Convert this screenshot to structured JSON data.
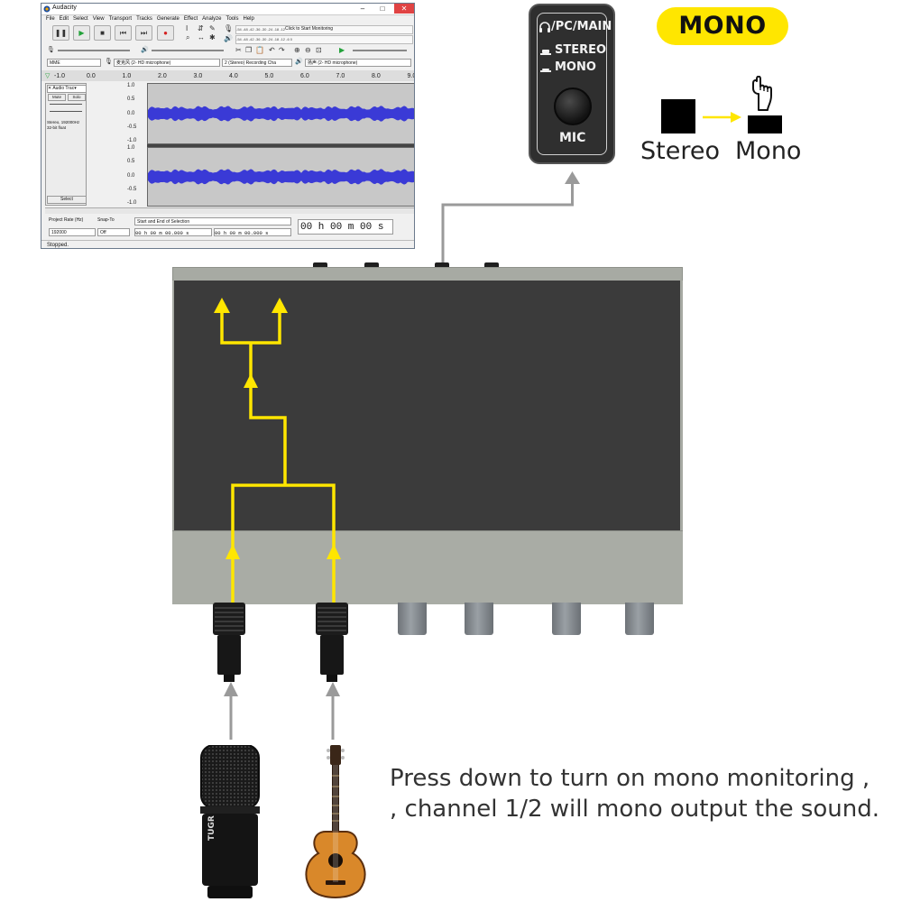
{
  "audacity": {
    "title": "Audacity",
    "menu": [
      "File",
      "Edit",
      "Select",
      "View",
      "Transport",
      "Tracks",
      "Generate",
      "Effect",
      "Analyze",
      "Tools",
      "Help"
    ],
    "meter_hint": "Click to Start Monitoring",
    "meter_scale": "-54  -48  -42  -36  -30  -24  -18  -12  -6  0",
    "host": "MME",
    "rec_device": "麦克风 (2- HD microphone)",
    "channels": "2 (Stereo) Recording Cha",
    "play_device": "扬声 (2- HD microphone)",
    "ruler": [
      "0.0",
      "1.0",
      "2.0",
      "3.0",
      "4.0",
      "5.0",
      "6.0",
      "7.0",
      "8.0",
      "9.0"
    ],
    "ruler_start": "-1.0",
    "track_name": "Audio Trac",
    "mute": "Mute",
    "solo": "Solo",
    "track_info": "Stereo, 192000Hz 32-bit float",
    "select_label": "Select",
    "scale_top": [
      "1.0",
      "0.5",
      "0.0",
      "-0.5",
      "-1.0"
    ],
    "scale_bottom": [
      "1.0",
      "0.5",
      "0.0",
      "-0.5",
      "-1.0"
    ],
    "project_rate_label": "Project Rate (Hz)",
    "project_rate": "192000",
    "snap_label": "Snap-To",
    "snap": "Off",
    "selection_label": "Start and End of Selection",
    "sel_start": "00 h 00 m 00.000 s",
    "sel_end": "00 h 00 m 00.000 s",
    "big_time": "00 h 00 m 00 s",
    "status": "Stopped."
  },
  "control_panel": {
    "pc_main": "/PC/MAIN",
    "stereo": "STEREO",
    "mono": "MONO",
    "mic": "MIC"
  },
  "mono_badge": "MONO",
  "legend": {
    "stereo": "Stereo",
    "mono": "Mono"
  },
  "mic_brand": "TUGR",
  "caption": {
    "line1": "Press down to turn on mono monitoring ,",
    "line2": ", channel 1/2 will mono output the sound."
  },
  "colors": {
    "signal_path": "#ffe600",
    "badge": "#ffe600",
    "connector": "#9a9a9a",
    "waveform": "#3a3ad6"
  },
  "icons": [
    "pause-icon",
    "play-icon",
    "stop-icon",
    "skip-start-icon",
    "skip-end-icon",
    "record-icon",
    "headphone-icon",
    "hand-press-icon",
    "microphone-icon",
    "guitar-icon"
  ]
}
